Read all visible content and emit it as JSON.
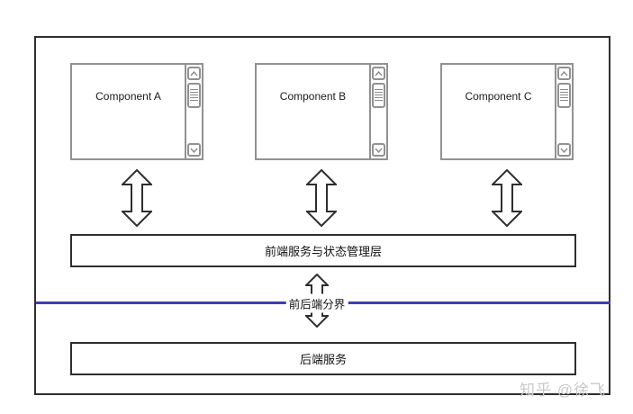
{
  "diagram": {
    "components": [
      {
        "label": "Component A"
      },
      {
        "label": "Component B"
      },
      {
        "label": "Component C"
      }
    ],
    "frontend_layer_label": "前端服务与状态管理层",
    "boundary_label": "前后端分界",
    "backend_layer_label": "后端服务",
    "watermark": "知乎 @徐飞",
    "icons": {
      "scroll_up": "chevron-up",
      "scroll_down": "chevron-down",
      "connector": "double-vertical-arrow"
    },
    "colors": {
      "frame_border": "#2e2e2e",
      "component_border": "#919191",
      "boundary_line": "#3e3eb5",
      "watermark_text": "#c9c9c9"
    }
  }
}
